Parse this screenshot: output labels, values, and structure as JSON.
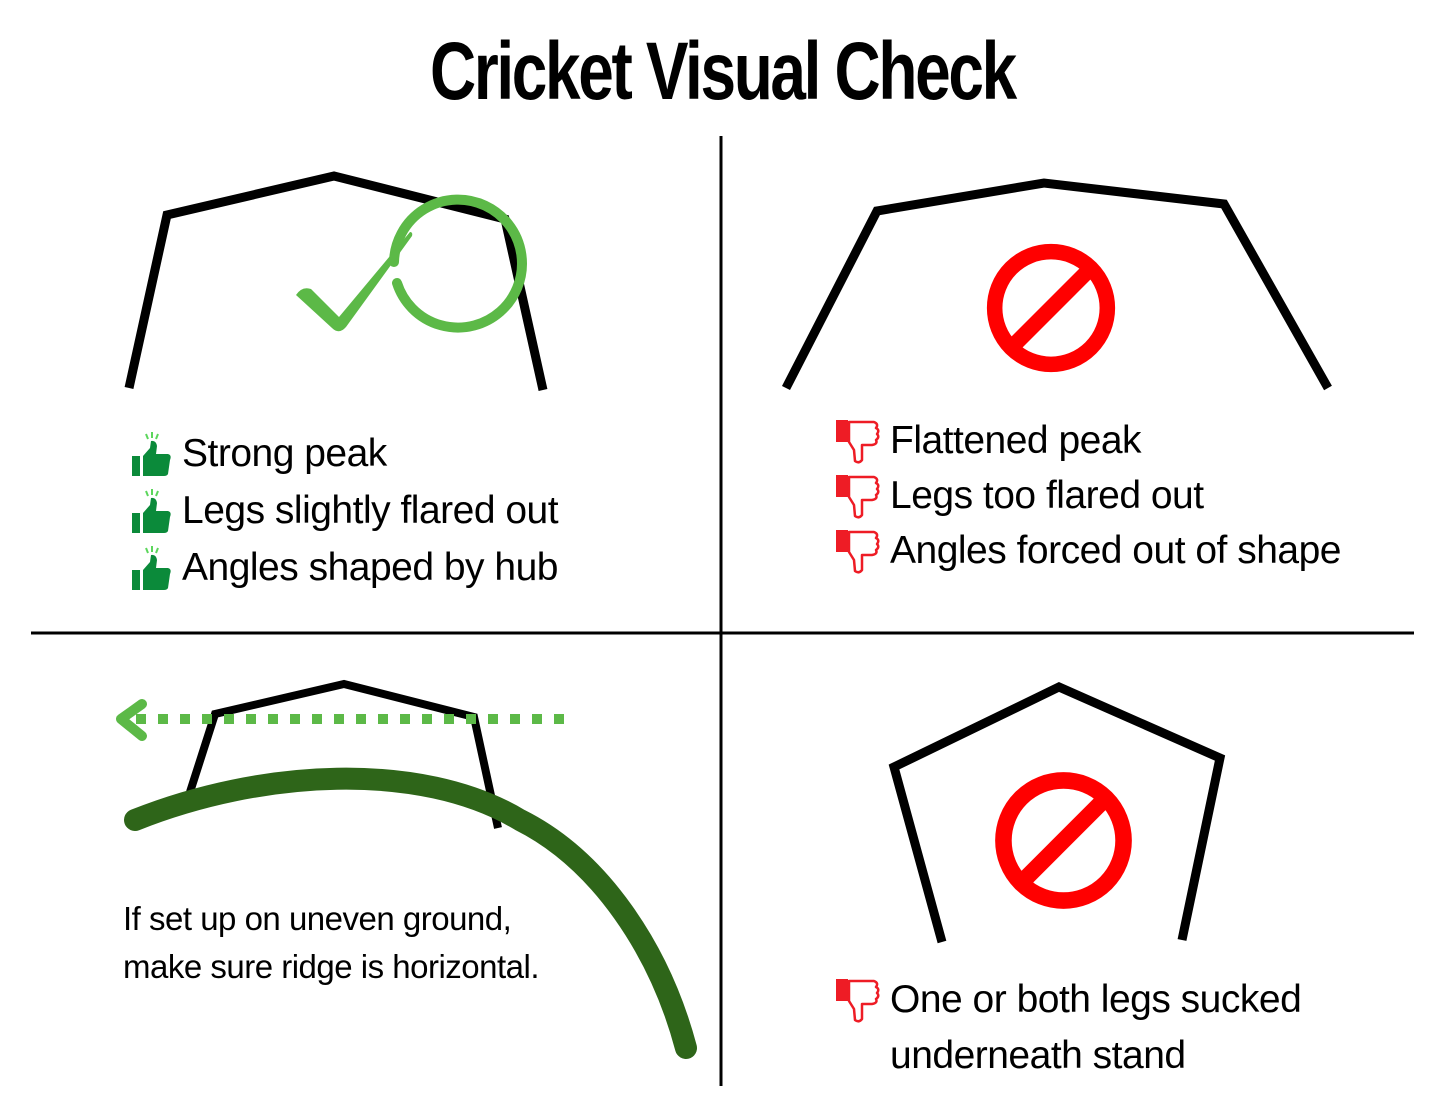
{
  "title": "Cricket Visual Check",
  "colors": {
    "good_green": "#5cb947",
    "thumb_green": "#0b8a3a",
    "bad_red": "#ff0000",
    "thumb_red": "#ee1c25",
    "ground_green": "#2e6519",
    "frame_black": "#000000"
  },
  "quadrants": {
    "top_left": {
      "status": "correct",
      "status_icon": "check-circle-icon",
      "bullet_icon": "thumbs-up-icon",
      "items": [
        {
          "label": "Strong peak"
        },
        {
          "label": "Legs slightly flared out"
        },
        {
          "label": "Angles shaped by hub"
        }
      ]
    },
    "top_right": {
      "status": "incorrect",
      "status_icon": "prohibited-icon",
      "bullet_icon": "thumbs-down-icon",
      "items": [
        {
          "label": "Flattened peak"
        },
        {
          "label": "Legs too flared out"
        },
        {
          "label": "Angles forced out of shape"
        }
      ]
    },
    "bottom_left": {
      "indicator_icon": "dashed-arrow-left-icon",
      "note_lines": [
        "If set up on uneven ground,",
        "make sure ridge is horizontal."
      ]
    },
    "bottom_right": {
      "status": "incorrect",
      "status_icon": "prohibited-icon",
      "bullet_icon": "thumbs-down-icon",
      "items": [
        {
          "label": "One or both legs sucked",
          "continuation": "underneath stand"
        }
      ]
    }
  }
}
